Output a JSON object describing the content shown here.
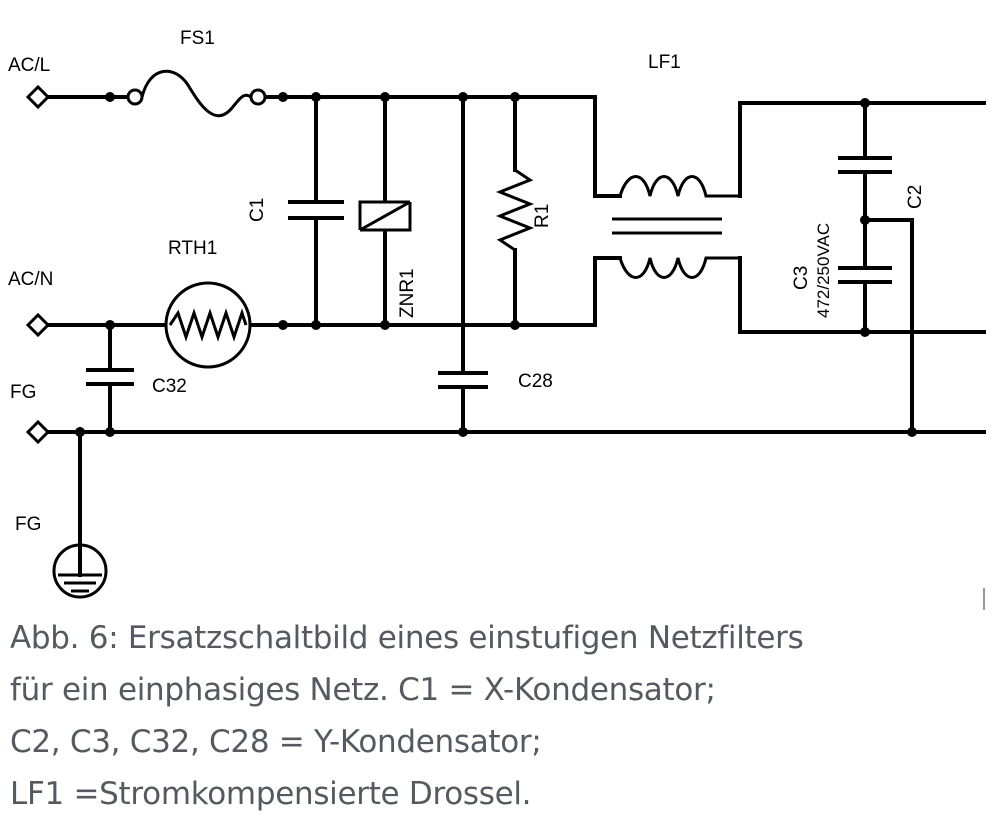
{
  "labels": {
    "ac_l": "AC/L",
    "ac_n": "AC/N",
    "fg_line": "FG",
    "fg_ground": "FG",
    "fs1": "FS1",
    "rth1": "RTH1",
    "c1": "C1",
    "znr1": "ZNR1",
    "r1": "R1",
    "lf1": "LF1",
    "c2": "C2",
    "c3": "C3",
    "c3_value": "472/250VAC",
    "c32": "C32",
    "c28": "C28"
  },
  "caption": {
    "line1": "Abb. 6: Ersatzschaltbild eines einstufigen Netzfilters",
    "line2": "für ein einphasiges Netz. C1 = X-Kondensator;",
    "line3": "C2, C3, C32, C28 = Y-Kondensator;",
    "line4": "LF1 =Stromkompensierte Drossel."
  },
  "colors": {
    "wire": "#000000",
    "caption_text": "#555a60"
  }
}
